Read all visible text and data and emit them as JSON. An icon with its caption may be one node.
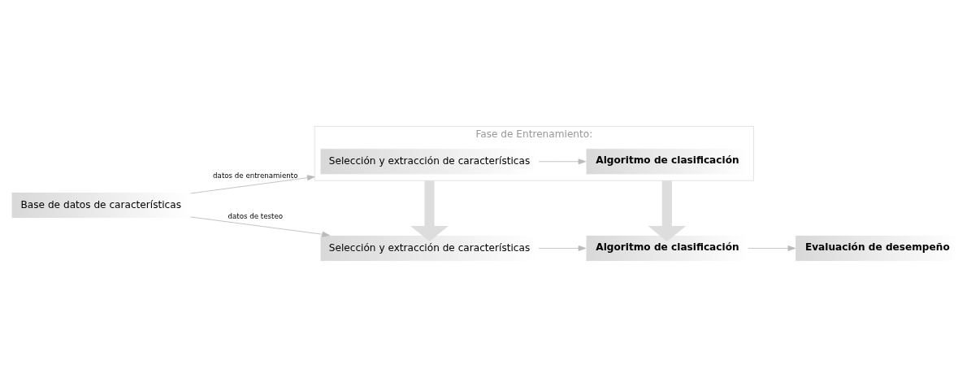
{
  "diagram": {
    "nodes": [
      {
        "text": [
          "Base de datos de características"
        ]
      },
      {
        "text": [
          "Fase de Entrenamiento:"
        ]
      },
      {
        "text": [
          "Selección y extracción de características"
        ],
        "in": 1
      },
      {
        "text": [
          "Algoritmo de clasificación"
        ],
        "in": 1
      },
      {
        "text": [
          "Selección y extracción de características"
        ]
      },
      {
        "text": [
          "Algoritmo de clasificación"
        ]
      },
      {
        "text": [
          "Evaluación de desempeño"
        ]
      }
    ],
    "edges": [
      {
        "from": 0,
        "to": 1,
        "arrow": "to",
        "label": "datos de entrenamiento"
      },
      {
        "from": 2,
        "to": 3,
        "arrow": "to"
      },
      {
        "from": 1,
        "to": 4,
        "arrow": "to",
        "style": "thick"
      },
      {
        "from": 1,
        "to": 5,
        "arrow": "to",
        "style": "thick"
      },
      {
        "from": 0,
        "to": 4,
        "arrow": "to",
        "label": "datos de testeo"
      },
      {
        "from": 4,
        "to": 5,
        "arrow": "to"
      },
      {
        "from": 5,
        "to": 6,
        "arrow": "to"
      }
    ]
  }
}
